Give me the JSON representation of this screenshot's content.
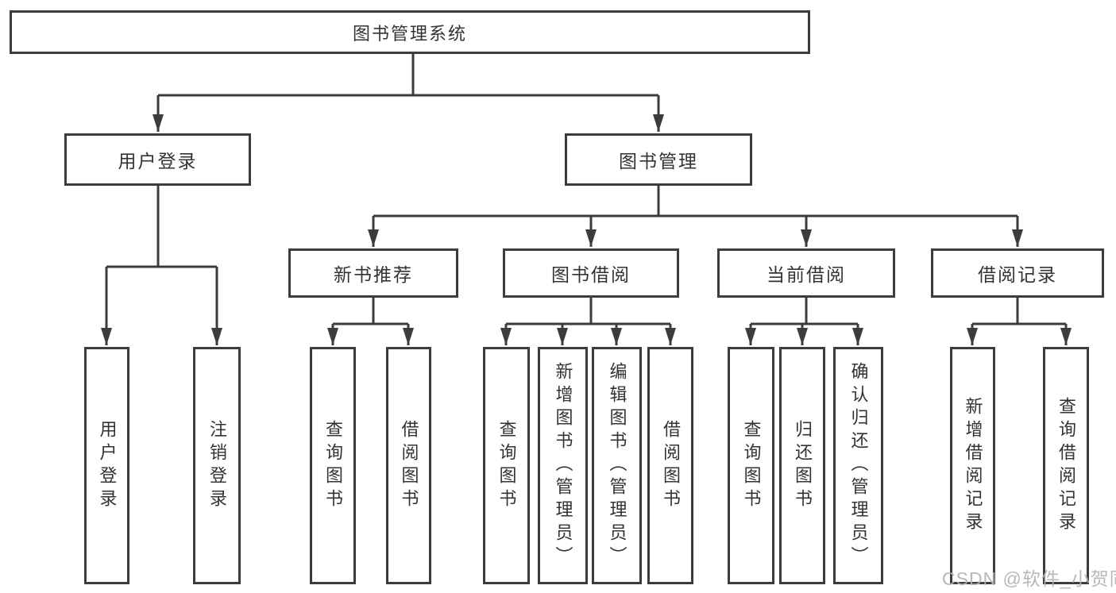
{
  "root": {
    "label": "图书管理系统"
  },
  "level2": {
    "user_login": {
      "label": "用户登录"
    },
    "book_management": {
      "label": "图书管理"
    }
  },
  "level3": {
    "new_book_recommend": {
      "label": "新书推荐"
    },
    "book_borrow": {
      "label": "图书借阅"
    },
    "current_borrow": {
      "label": "当前借阅"
    },
    "borrow_records": {
      "label": "借阅记录"
    }
  },
  "leaves": {
    "user_login": "用户登录",
    "logout": "注销登录",
    "nb_query_books": "查询图书",
    "nb_borrow_books": "借阅图书",
    "bb_query_books": "查询图书",
    "bb_add_books": "新增图书（管理员）",
    "bb_edit_books": "编辑图书（管理员）",
    "bb_borrow_books": "借阅图书",
    "cb_query_books": "查询图书",
    "cb_return_books": "归还图书",
    "cb_confirm_return": "确认归还（管理员）",
    "br_add_record": "新增借阅记录",
    "br_query_record": "查询借阅记录"
  },
  "watermark": {
    "text": "CSDN @软件_小贺同学"
  },
  "colors": {
    "line": "#3c3c3c",
    "box_border": "#3c3c3c",
    "box_fill": "#ffffff",
    "text": "#333333",
    "watermark": "#b2b2b2",
    "background": "#ffffff"
  }
}
